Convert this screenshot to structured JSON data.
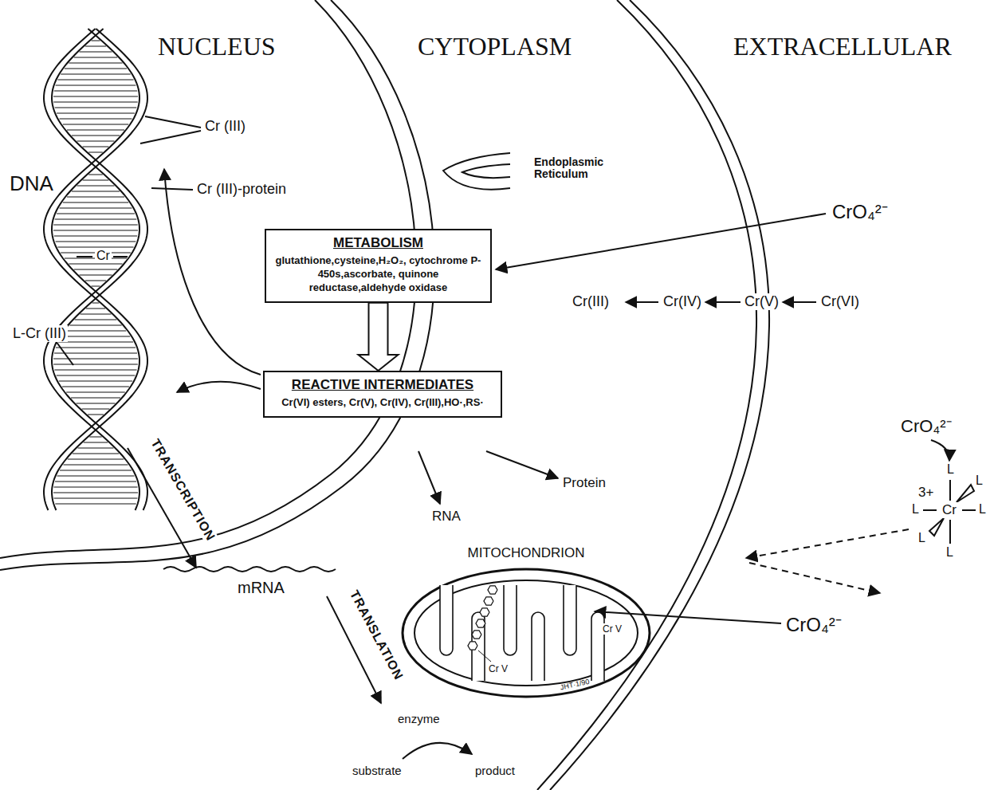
{
  "diagram": {
    "nodes": [
      {
        "text": [
          "METABOLISM",
          "glutathione,cysteine,H₂O₂, cytochrome P-450s,ascorbate, quinone reductase,aldehyde oxidase"
        ]
      },
      {
        "text": [
          "REACTIVE INTERMEDIATES",
          "Cr(VI) esters, Cr(V), Cr(IV), Cr(III),HO·,RS·"
        ]
      },
      {
        "text": [
          "MITOCHONDRION",
          "Cr V",
          "Cr V"
        ]
      }
    ],
    "edges": [
      {
        "from": 0,
        "to": 1,
        "arrow": "to"
      }
    ],
    "labels": [
      "NUCLEUS",
      "CYTOPLASM",
      "EXTRACELLULAR",
      "DNA",
      "Cr (III)",
      "Cr (III)-protein",
      "Cr",
      "L-Cr (III)",
      "TRANSCRIPTION",
      "mRNA",
      "TRANSLATION",
      "enzyme",
      "substrate",
      "product",
      "Endoplasmic Reticulum",
      "CrO₄²⁻",
      "Cr(III)",
      "Cr(IV)",
      "Cr(V)",
      "Cr(VI)",
      "RNA",
      "Protein",
      "CrO₄²⁻",
      "3+",
      "Cr",
      "L",
      "L",
      "L",
      "L",
      "L",
      "L",
      "CrO₄²⁻",
      "JHT·1/90"
    ]
  }
}
